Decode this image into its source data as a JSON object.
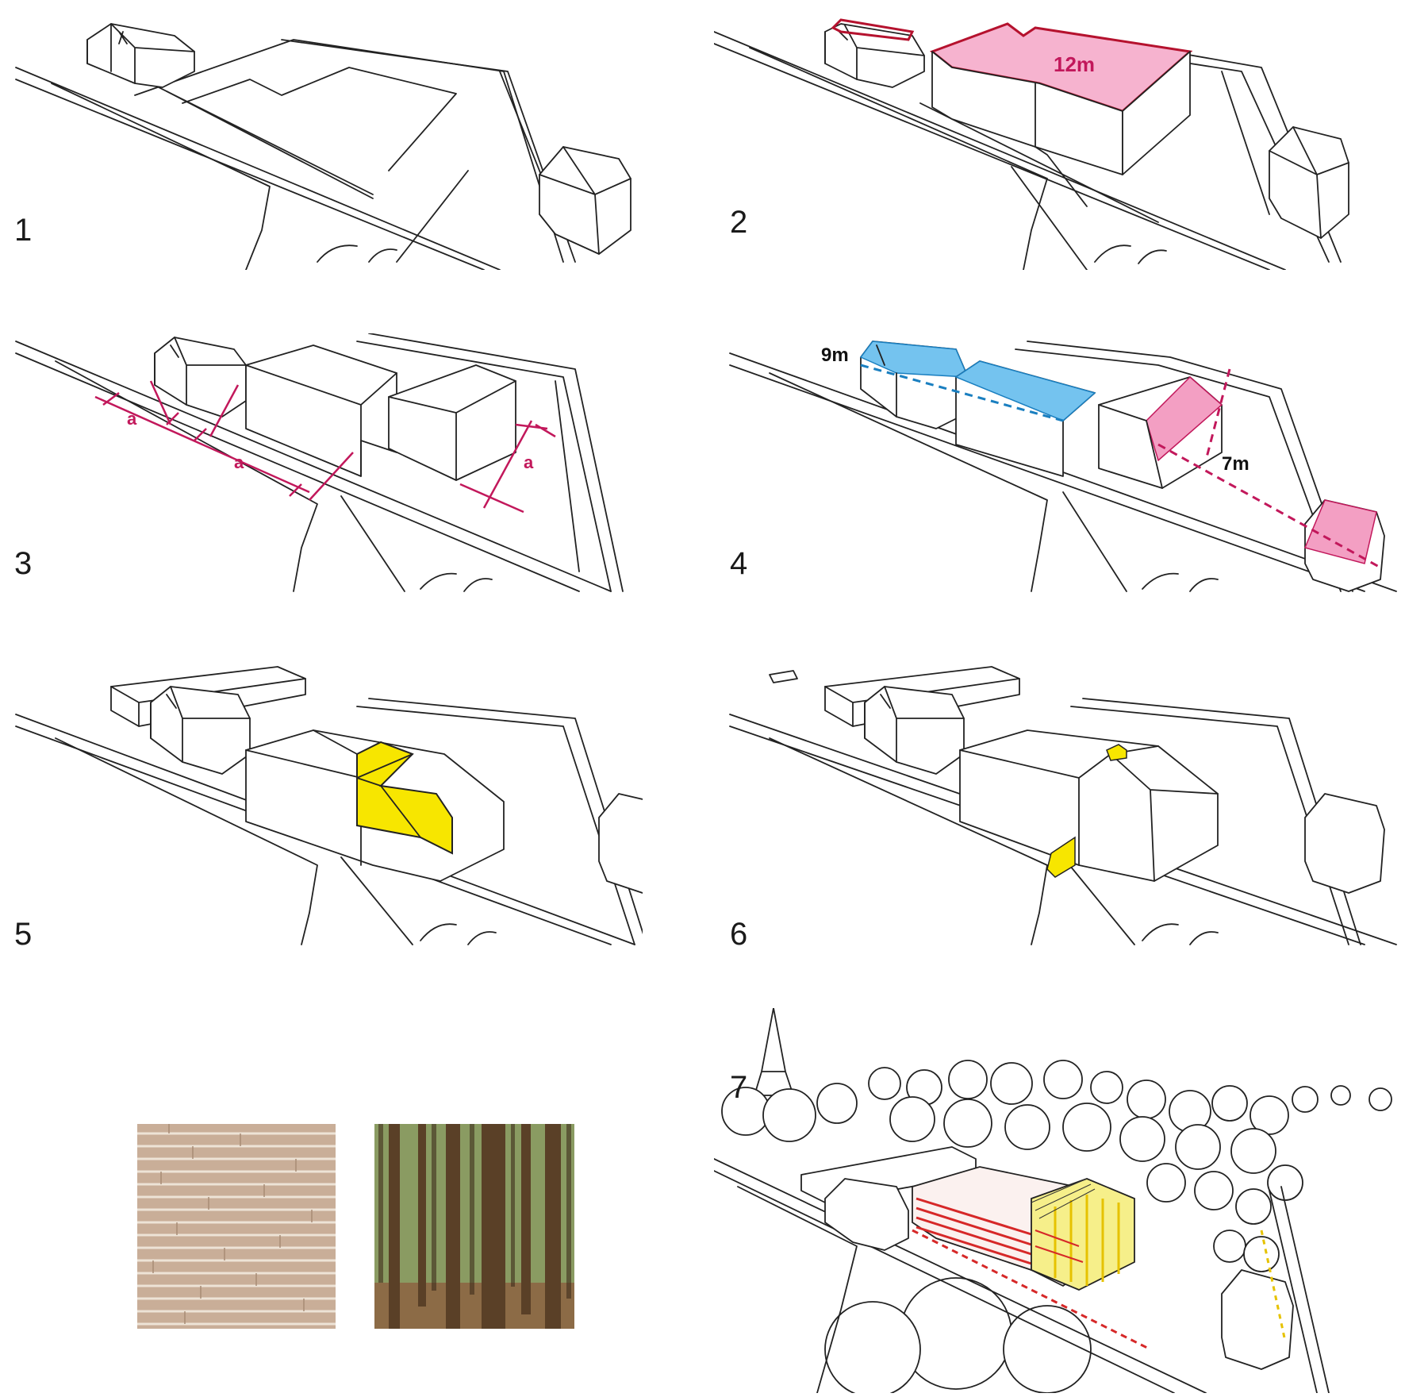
{
  "panels": [
    {
      "number": "1"
    },
    {
      "number": "2",
      "dimension": "12m"
    },
    {
      "number": "3",
      "spacing_labels": [
        "a",
        "a",
        "a"
      ]
    },
    {
      "number": "4",
      "dimensions": [
        "9m",
        "7m"
      ]
    },
    {
      "number": "5"
    },
    {
      "number": "6"
    },
    {
      "number": "7"
    }
  ],
  "colors": {
    "line": "#222222",
    "pink_fill": "#f6b3cf",
    "pink_stroke": "#b5122e",
    "magenta_label": "#c2185b",
    "blue_fill": "#74c3ef",
    "blue_stroke": "#1a7fc0",
    "yellow_fill": "#f7e600",
    "brick": "#c9ae98",
    "forest": "#6b5a3e"
  },
  "materials": [
    {
      "name": "brick-swatch"
    },
    {
      "name": "forest-swatch"
    }
  ]
}
